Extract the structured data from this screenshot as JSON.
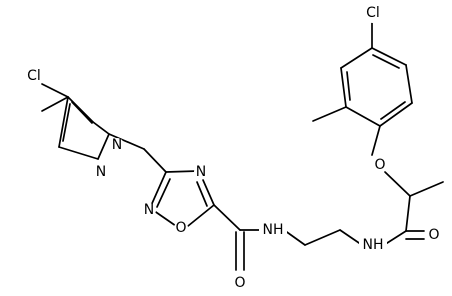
{
  "diagram": {
    "type": "chemical-structure",
    "background": "#ffffff",
    "line_color": "#000000",
    "atom_labels": {
      "cl_pyrazole": "Cl",
      "n_pyrazole_1": "N",
      "n_pyrazole_2": "N",
      "n_oxadiazole": "N",
      "n_oxadiazole_2": "N",
      "o_oxadiazole": "O",
      "o_carbonyl_1": "O",
      "nh_amide_1": "NH",
      "nh_amide_2": "NH",
      "o_carbonyl_2": "O",
      "o_ether": "O",
      "cl_phenyl": "Cl"
    }
  }
}
